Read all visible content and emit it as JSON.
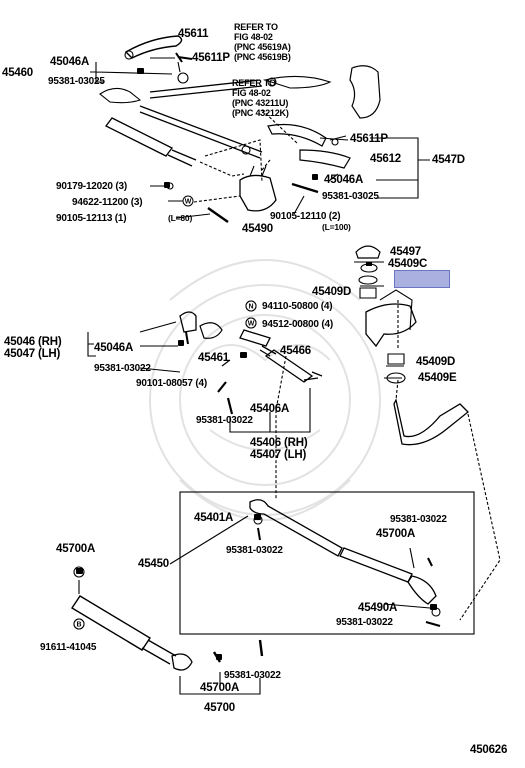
{
  "diagram_number": "450626",
  "refs": [
    {
      "lines": [
        "REFER TO",
        "FIG 48-02",
        "(PNC 45619A)",
        "(PNC 45619B)"
      ]
    },
    {
      "lines": [
        "REFER TO",
        "FIG 48-02",
        "(PNC 43211U)",
        "(PNC 43212K)"
      ]
    }
  ],
  "labels": {
    "p45611_top": "45611",
    "p45046A_top": "45046A",
    "p45611P_top": "45611P",
    "p45460": "45460",
    "p95381_03025_top": "95381-03025",
    "p45611P_right": "45611P",
    "p45612": "45612",
    "p45470": "4547D",
    "p45046A_right": "45046A",
    "p95381_03025_right": "95381-03025",
    "p90179": "90179-12020 (3)",
    "p94622": "94622-11200 (3)",
    "p90105_12113": "90105-12113 (1)",
    "p90105_12113_note": "(L=80)",
    "p90105_12110": "90105-12110 (2)",
    "p90105_12110_note": "(L=100)",
    "p45490": "45490",
    "p45497": "45497",
    "p45409C": "45409C",
    "p45409D_left": "45409D",
    "p94110": "94110-50800 (4)",
    "p94512": "94512-00800 (4)",
    "p45046_rh": "45046 (RH)",
    "p45047_lh": "45047 (LH)",
    "p45046A_mid": "45046A",
    "p95381_03022_mid": "95381-03022",
    "p45461": "45461",
    "p45466": "45466",
    "p45409D_right": "45409D",
    "p45409E": "45409E",
    "p90101": "90101-08057 (4)",
    "p95381_03022_mid2": "95381-03022",
    "p45406A": "45406A",
    "p45406_rh": "45406 (RH)",
    "p45407_lh": "45407 (LH)",
    "p45401A": "45401A",
    "p95381_03022_box1": "95381-03022",
    "p95381_03022_box2": "95381-03022",
    "p45700A_box": "45700A",
    "p45450": "45450",
    "p45490A": "45490A",
    "p95381_03022_box3": "95381-03022",
    "p45700A_left": "45700A",
    "p91611": "91611-41045",
    "p95381_03022_bottom": "95381-03022",
    "p45700A_bottom": "45700A",
    "p45700": "45700"
  }
}
